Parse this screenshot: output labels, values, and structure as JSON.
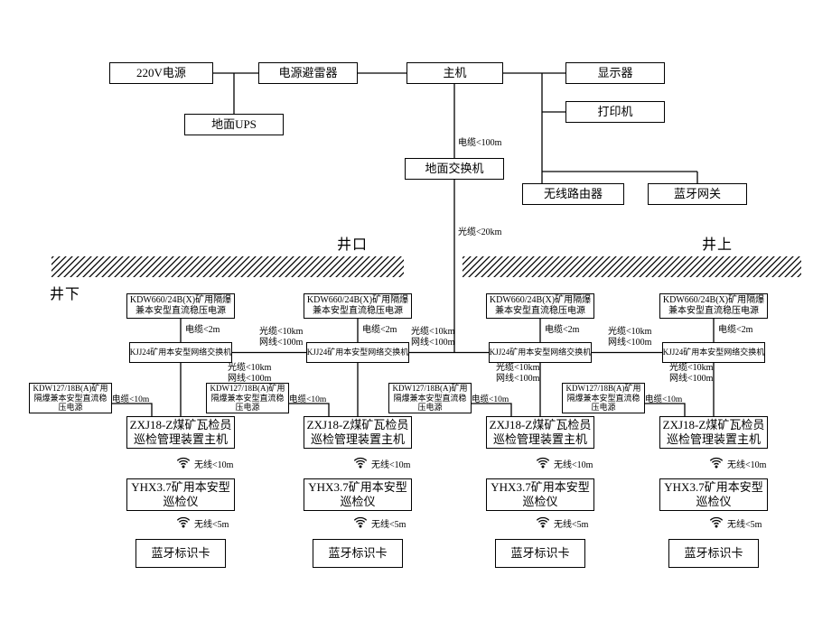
{
  "surface": {
    "power_220v": "220V电源",
    "surge_arrester": "电源避雷器",
    "host": "主机",
    "monitor": "显示器",
    "printer": "打印机",
    "ground_ups": "地面UPS",
    "ground_switch": "地面交换机",
    "wireless_router": "无线路由器",
    "bluetooth_gateway": "蓝牙网关"
  },
  "links": {
    "cable_100m": "电缆<100m",
    "fiber_20km": "光缆<20km",
    "cable_2m": "电缆<2m",
    "fiber_10km": "光缆<10km",
    "lan_100m": "网线<100m",
    "cable_10m": "电缆<10m",
    "wireless_10m": "无线<10m",
    "wireless_5m": "无线<5m"
  },
  "zones": {
    "wellhead": "井口",
    "above": "井上",
    "below": "井下"
  },
  "underground": {
    "kdw660": "KDW660/24B(X)矿用隔爆兼本安型直流稳压电源",
    "kjj24": "KJJ24矿用本安型网络交换机",
    "kdw127": "KDW127/18B(A)矿用隔爆兼本安型直流稳压电源",
    "zxj18": "ZXJ18-Z煤矿瓦检员巡检管理装置主机",
    "yhx": "YHX3.7矿用本安型巡检仪",
    "bt_card": "蓝牙标识卡"
  },
  "colors": {
    "line": "#000000",
    "background": "#ffffff"
  }
}
